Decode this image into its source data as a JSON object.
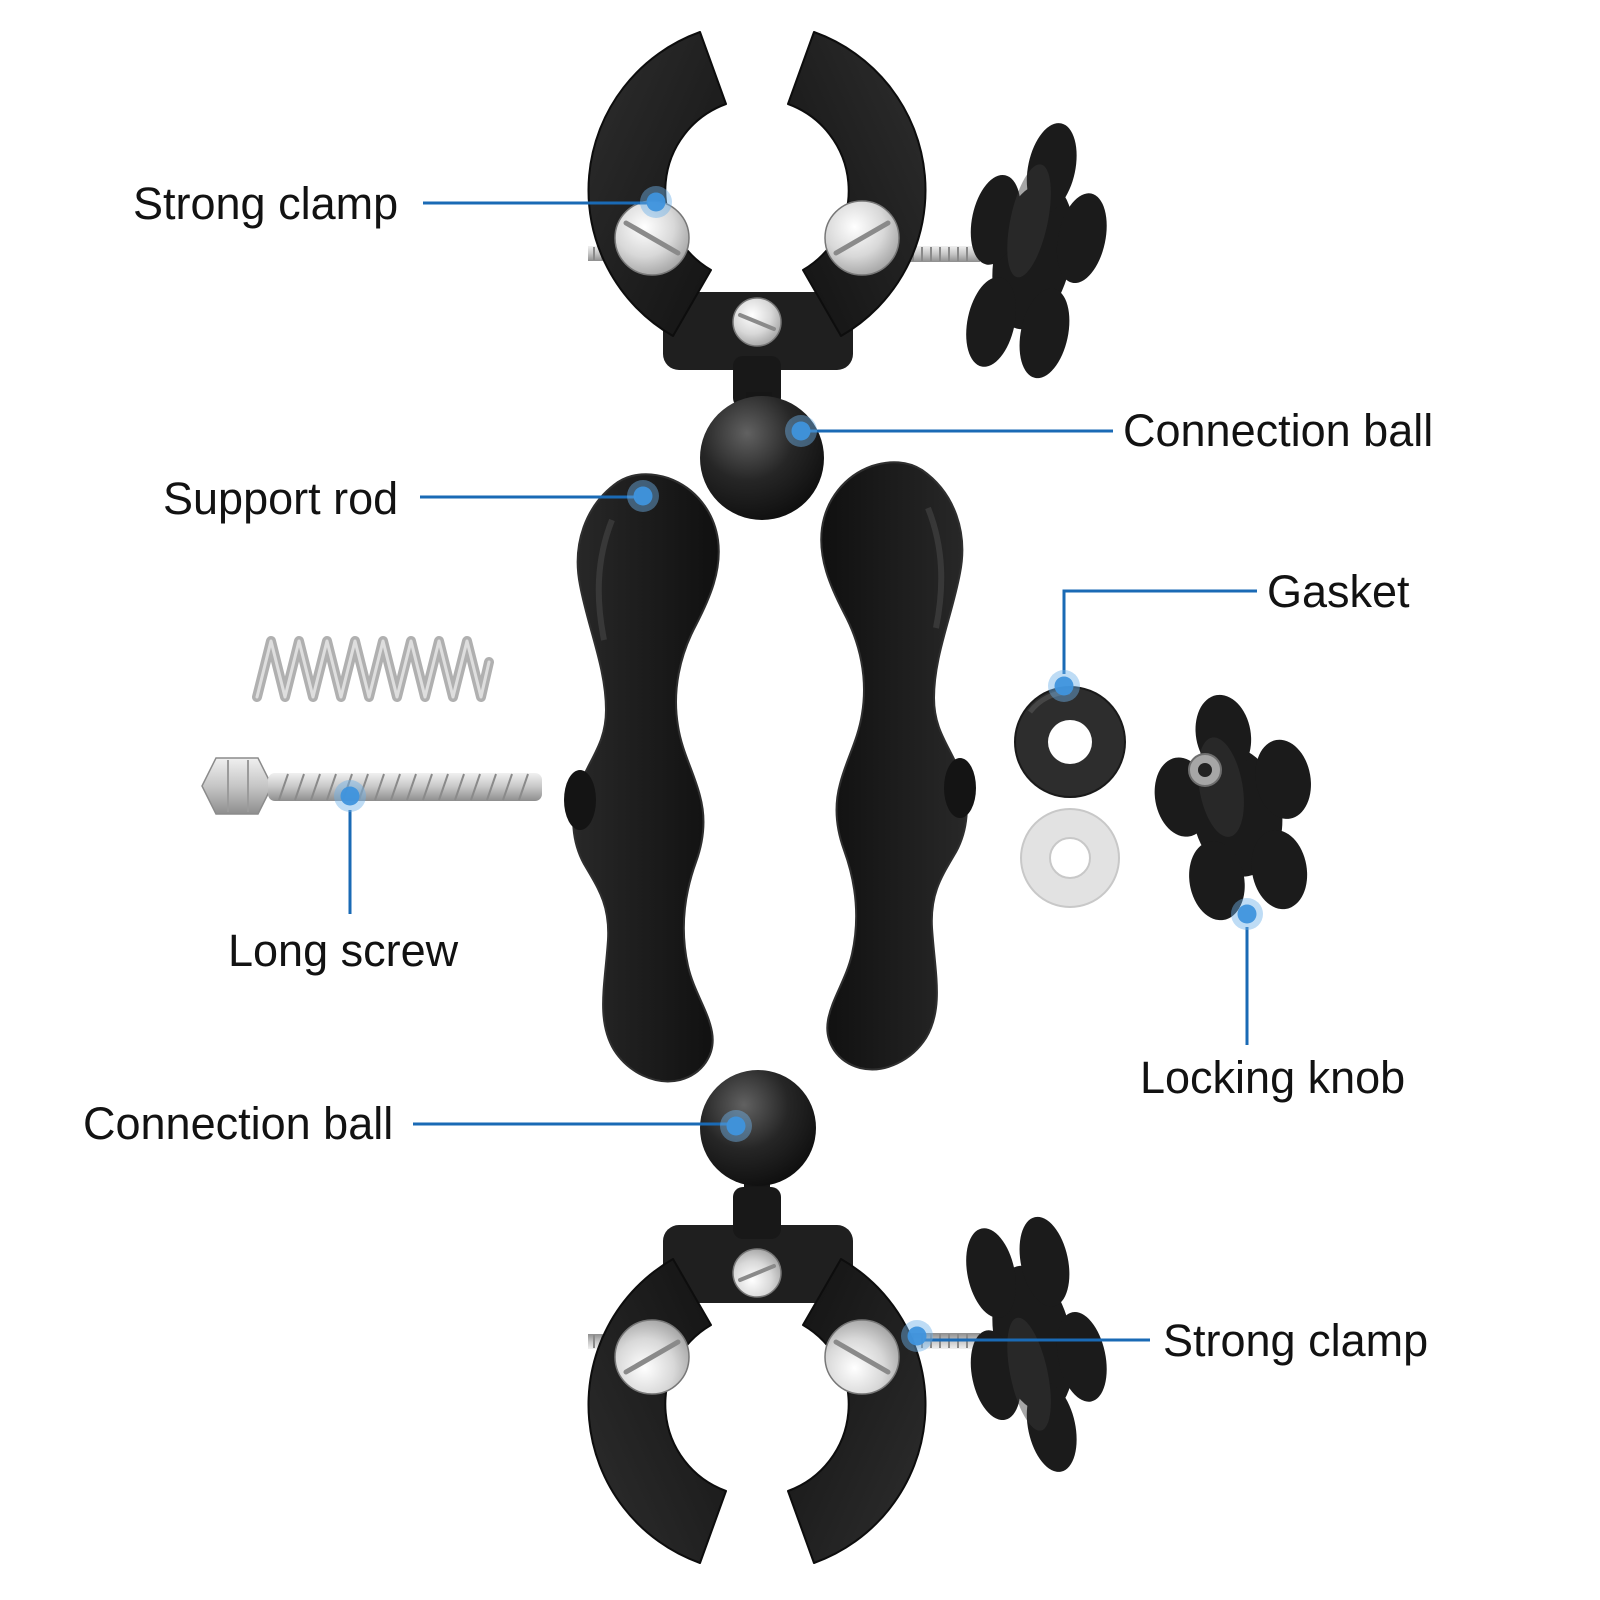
{
  "diagram": {
    "type": "product-parts-diagram",
    "background": "#ffffff"
  },
  "colors": {
    "accent_line": "#1a6ab5",
    "callout_dot": "#3f93dd",
    "label_text": "#121212",
    "part_dark": "#1b1b1b",
    "metal_silver": "#c6c6c6"
  },
  "labels": {
    "strong_clamp_top": "Strong clamp",
    "connection_ball_top": "Connection ball",
    "support_rod": "Support rod",
    "gasket": "Gasket",
    "long_screw": "Long screw",
    "locking_knob": "Locking knob",
    "connection_ball_bottom": "Connection ball",
    "strong_clamp_bottom": "Strong clamp"
  }
}
